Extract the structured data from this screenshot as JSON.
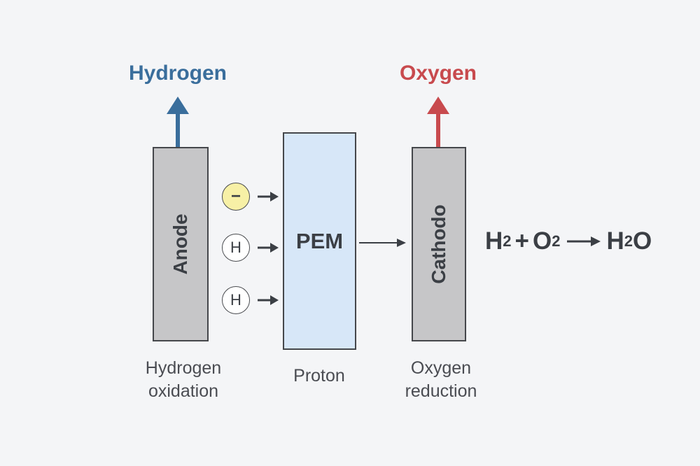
{
  "colors": {
    "hydrogen": "#3a6e9c",
    "oxygen": "#c84a4e",
    "electrode_fill": "#c6c6c8",
    "pem_fill": "#d7e7f8",
    "electron_fill": "#f7f0a6",
    "ink": "#3b3f45"
  },
  "outputs": {
    "hydrogen_label": "Hydrogen",
    "oxygen_label": "Oxygen"
  },
  "electrodes": {
    "anode_label": "Anode",
    "cathode_label": "Cathodo"
  },
  "membrane": {
    "label": "PEM"
  },
  "particles": [
    {
      "symbol": "−",
      "kind": "electron"
    },
    {
      "symbol": "H",
      "kind": "proton"
    },
    {
      "symbol": "H",
      "kind": "proton"
    }
  ],
  "captions": {
    "anode_line1": "Hydrogen",
    "anode_line2": "oxidation",
    "membrane": "Proton",
    "cathode_line1": "Oxygen",
    "cathode_line2": "reduction"
  },
  "equation": {
    "reactant1": "H",
    "reactant1_sub": "2",
    "plus": "+",
    "reactant2": "O",
    "reactant2_sub": "2",
    "product": "H",
    "product_sub": "2",
    "product_tail": "O"
  }
}
